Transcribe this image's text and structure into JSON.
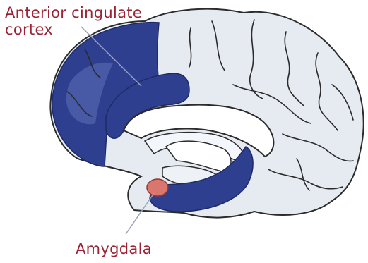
{
  "labels": {
    "anterior_cingulate": {
      "line1": "Anterior cingulate",
      "line2": "cortex"
    },
    "amygdala": "Amygdala"
  },
  "colors": {
    "label_text": "#9b2335",
    "highlight_region": "#2f3f8f",
    "highlight_light": "#5a6bb5",
    "brain_fill": "#e6ebf2",
    "brain_outline": "#2b2b2b",
    "amygdala_fill": "#d9776e",
    "amygdala_outline": "#8f3b33"
  }
}
